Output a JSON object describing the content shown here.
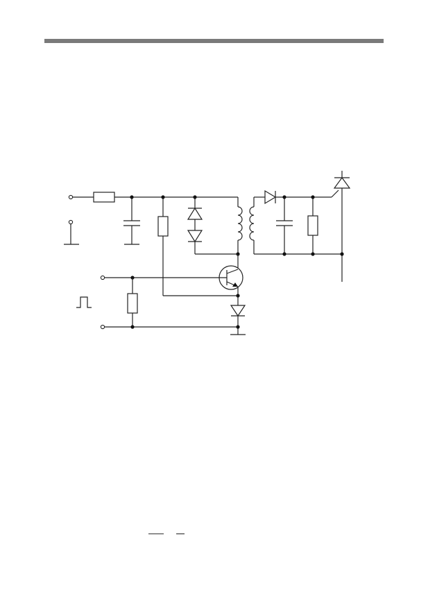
{
  "page": {
    "background": "#ffffff",
    "rule_color": "#7a7a7a"
  },
  "schematic": {
    "ink_color": "#222222",
    "components": [
      "input-terminal",
      "series-resistor",
      "filter-capacitor",
      "bias-resistor",
      "zener-diode-upper",
      "zener-diode-lower",
      "pulse-transformer",
      "npn-transistor",
      "base-terminal",
      "base-resistor",
      "ground-terminal",
      "emitter-diode",
      "output-diode",
      "output-capacitor",
      "output-resistor",
      "thyristor",
      "pulse-symbol"
    ]
  }
}
